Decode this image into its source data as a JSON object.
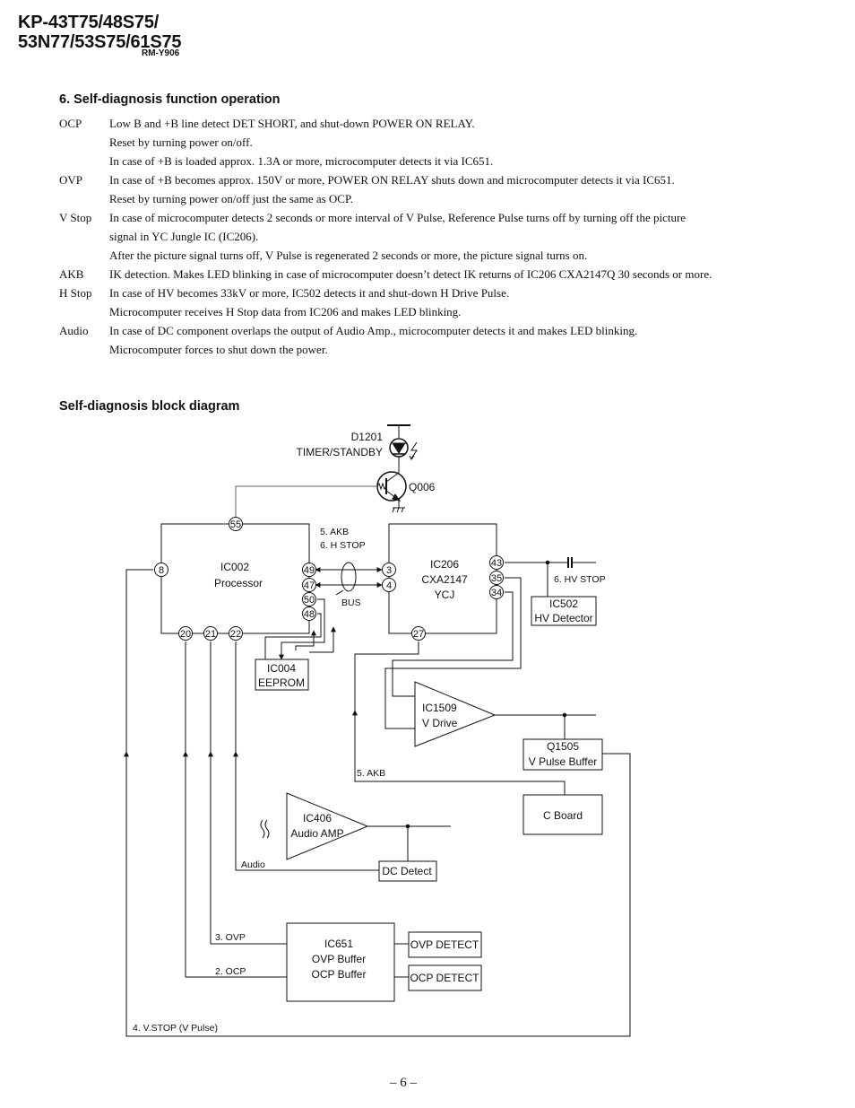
{
  "header": {
    "model_line1": "KP-43T75/48S75/",
    "model_line2": "53N77/53S75/61S75",
    "remote": "RM-Y906"
  },
  "section": {
    "title": "6. Self-diagnosis function operation",
    "items": [
      {
        "code": "OCP",
        "lines": [
          "Low B and +B line detect DET SHORT, and shut-down POWER ON RELAY.",
          "Reset by turning power on/off.",
          "In case of +B is loaded approx. 1.3A or more, microcomputer detects it via IC651."
        ]
      },
      {
        "code": "OVP",
        "lines": [
          "In case of +B becomes approx. 150V or more, POWER ON RELAY shuts down and microcomputer detects it via IC651.",
          "Reset by turning power on/off just the same as OCP."
        ]
      },
      {
        "code": "V Stop",
        "lines": [
          "In case of microcomputer detects 2 seconds or more interval of V Pulse, Reference Pulse turns off by turning off the picture",
          "signal in YC Jungle IC (IC206).",
          "After the picture signal turns off, V Pulse is regenerated 2 seconds or more, the picture signal turns on."
        ]
      },
      {
        "code": "AKB",
        "lines": [
          "IK detection.  Makes LED blinking in case of microcomputer doesn’t detect IK returns of IC206 CXA2147Q 30 seconds or more."
        ]
      },
      {
        "code": "H Stop",
        "lines": [
          "In case of HV becomes 33kV or more, IC502 detects it and shut-down H Drive Pulse.",
          "Microcomputer receives H Stop data from IC206 and makes LED blinking."
        ]
      },
      {
        "code": "Audio",
        "lines": [
          "In case of DC component overlaps the output of Audio Amp., microcomputer detects it and makes LED blinking.",
          "Microcomputer forces to shut down the power."
        ]
      }
    ]
  },
  "diagram": {
    "title": "Self-diagnosis block diagram",
    "d1201": {
      "ref": "D1201",
      "name": "TIMER/STANDBY"
    },
    "q006": "Q006",
    "ic002": {
      "ref": "IC002",
      "name": "Processor"
    },
    "ic206": {
      "ref": "IC206",
      "part": "CXA2147",
      "name": "YCJ"
    },
    "ic004": {
      "ref": "IC004",
      "name": "EEPROM"
    },
    "ic502": {
      "ref": "IC502",
      "name": "HV Detector"
    },
    "ic1509": {
      "ref": "IC1509",
      "name": "V Drive"
    },
    "q1505": {
      "ref": "Q1505",
      "name": "V Pulse Buffer"
    },
    "c_board": "C Board",
    "ic406": {
      "ref": "IC406",
      "name": "Audio AMP"
    },
    "dc_detect": "DC Detect",
    "ic651": {
      "ref": "IC651",
      "line2": "OVP Buffer",
      "line3": "OCP Buffer"
    },
    "ovp_detect": "OVP DETECT",
    "ocp_detect": "OCP DETECT",
    "pins": {
      "p55": "55",
      "p8": "8",
      "p49": "49",
      "p47": "47",
      "p50": "50",
      "p48": "48",
      "p20": "20",
      "p21": "21",
      "p22": "22",
      "p3": "3",
      "p4": "4",
      "p27": "27",
      "p43": "43",
      "p35": "35",
      "p34": "34"
    },
    "signals": {
      "akb_top": "5. AKB",
      "hstop": "6. H STOP",
      "bus": "BUS",
      "hvstop": "6. HV STOP",
      "akb_bottom": "5. AKB",
      "audio": "Audio",
      "ovp": "3. OVP",
      "ocp": "2. OCP",
      "vstop": "4. V.STOP (V Pulse)"
    }
  },
  "page_number": "– 6 –"
}
